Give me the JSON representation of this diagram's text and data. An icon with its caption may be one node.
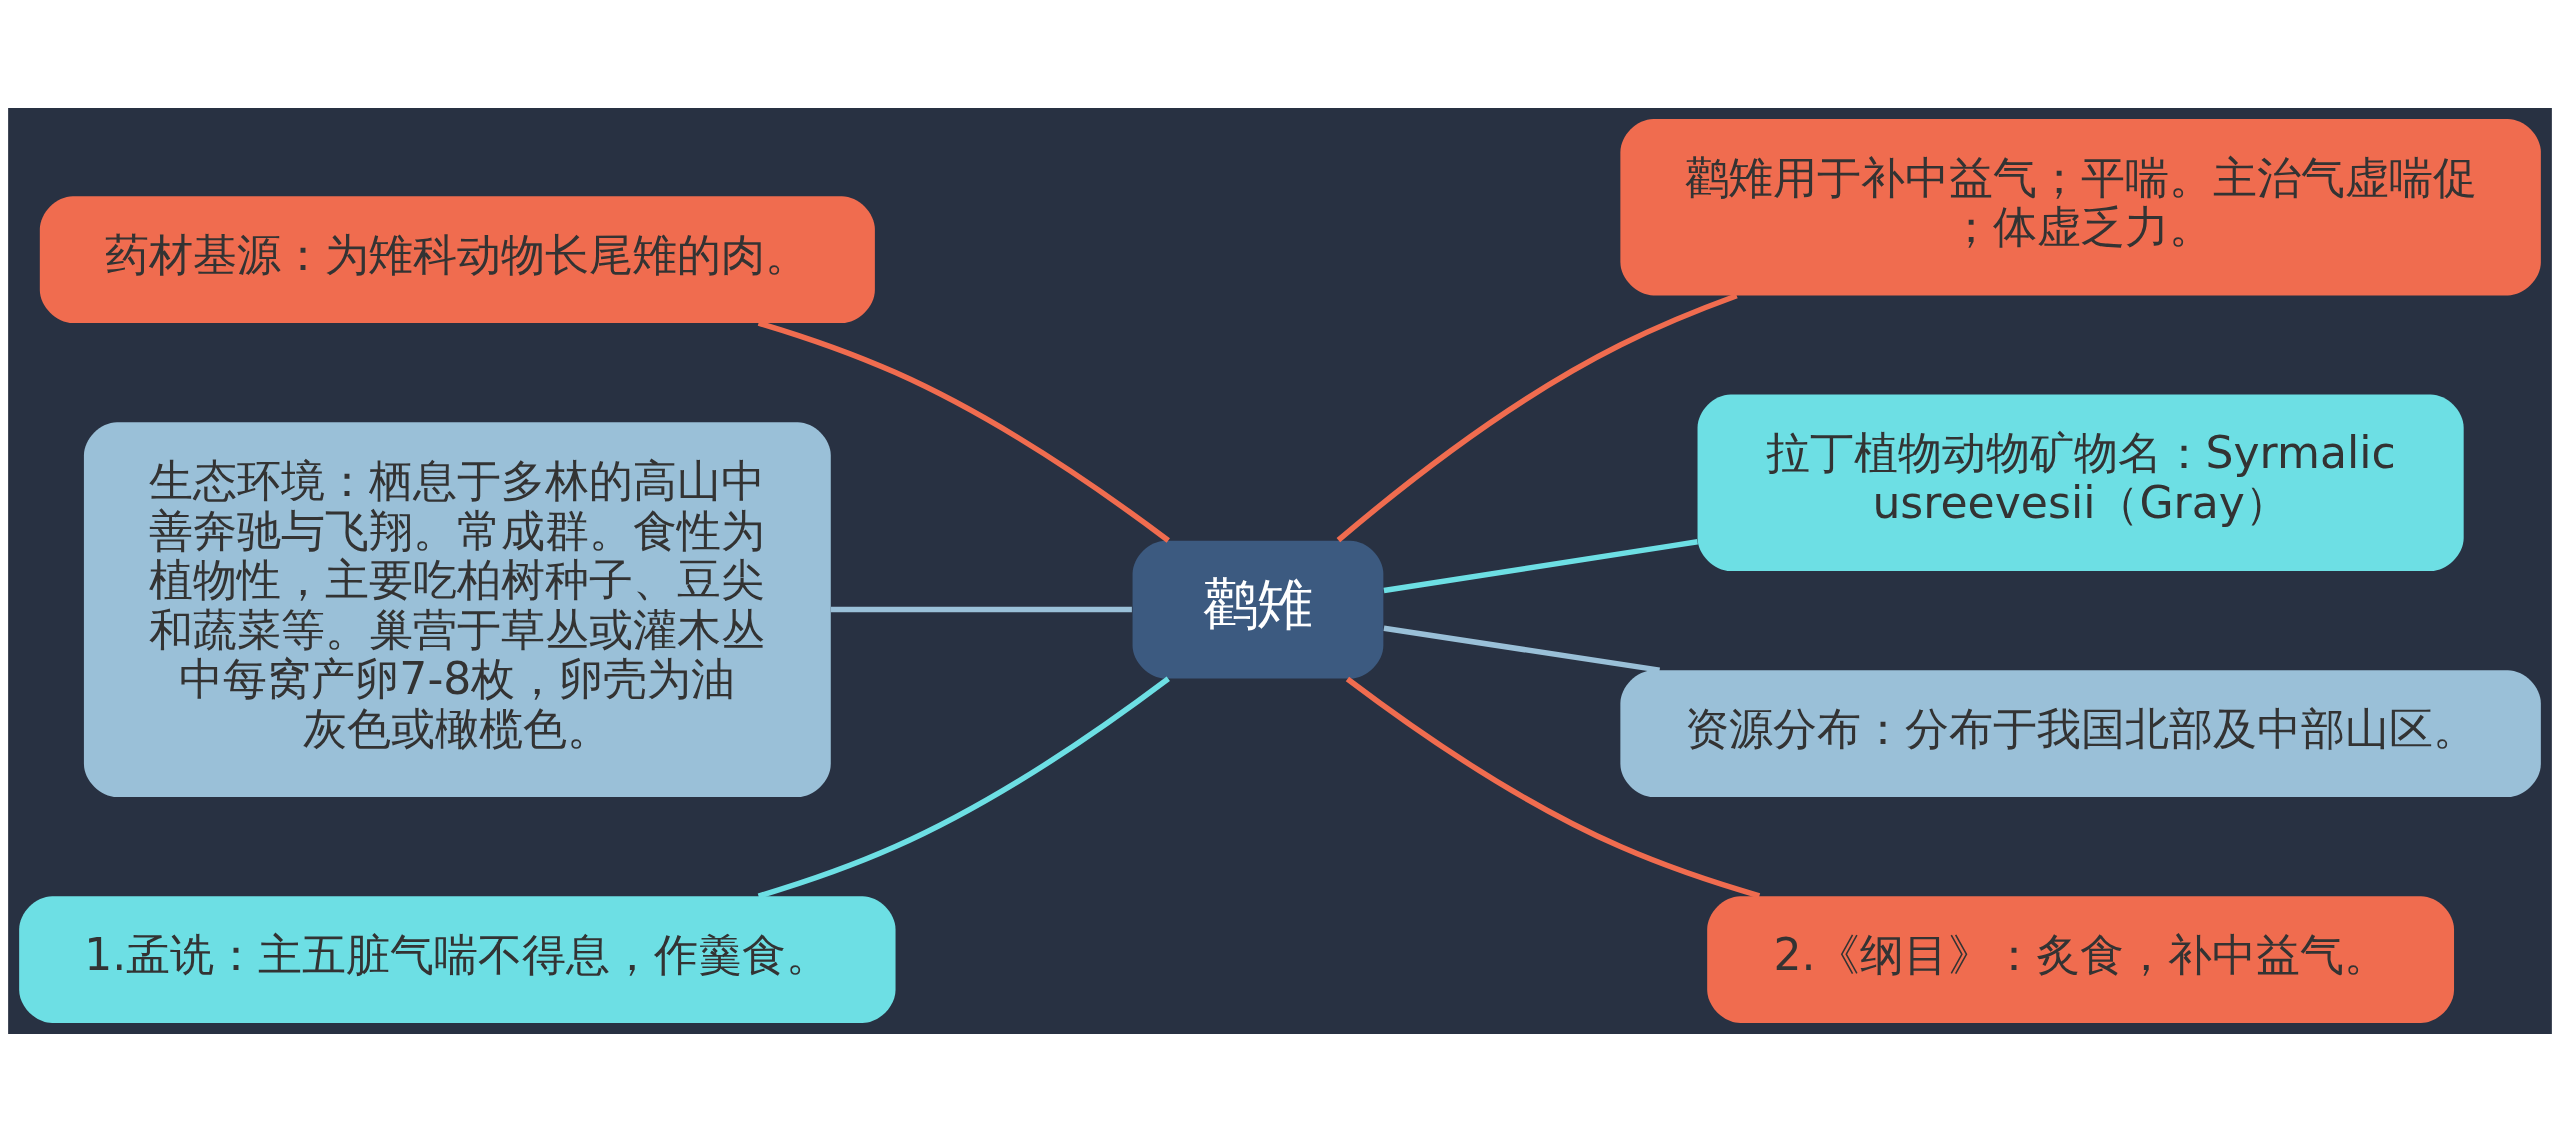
{
  "diagram": {
    "nodes": [
      {
        "text": [
          "鹳雉"
        ]
      },
      {
        "text": [
          "药材基源：为雉科动物长尾雉的肉。"
        ]
      },
      {
        "text": [
          "生态环境：栖息于多林的高山中善奔驰与飞翔。常成群。食性为植物性，主要吃柏树种子、豆尖和蔬菜等。巢营于草丛或灌木丛中每窝产卵7-8枚，卵壳为油灰色或橄榄色。"
        ]
      },
      {
        "text": [
          "1.孟诜：主五脏气喘不得息，作羹食。"
        ]
      },
      {
        "text": [
          "鹳雉用于补中益气；平喘。主治气虚喘促；体虚乏力。"
        ]
      },
      {
        "text": [
          "拉丁植物动物矿物名：Syrmalicusreevesii（Gray）"
        ]
      },
      {
        "text": [
          "资源分布：分布于我国北部及中部山区。"
        ]
      },
      {
        "text": [
          "2.《纲目》：炙食，补中益气。"
        ]
      }
    ],
    "edges": [
      {
        "from": 0,
        "to": 1,
        "arrow": "none"
      },
      {
        "from": 0,
        "to": 2,
        "arrow": "none",
        "color": "#9ac0d8"
      },
      {
        "from": 0,
        "to": 3,
        "arrow": "none",
        "color": "#6ddfe4"
      },
      {
        "from": 0,
        "to": 4,
        "arrow": "none"
      },
      {
        "from": 0,
        "to": 5,
        "arrow": "none",
        "color": "#6ddfe4"
      },
      {
        "from": 0,
        "to": 6,
        "arrow": "none",
        "color": "#9ac0d8"
      },
      {
        "from": 0,
        "to": 7,
        "arrow": "none"
      }
    ]
  }
}
